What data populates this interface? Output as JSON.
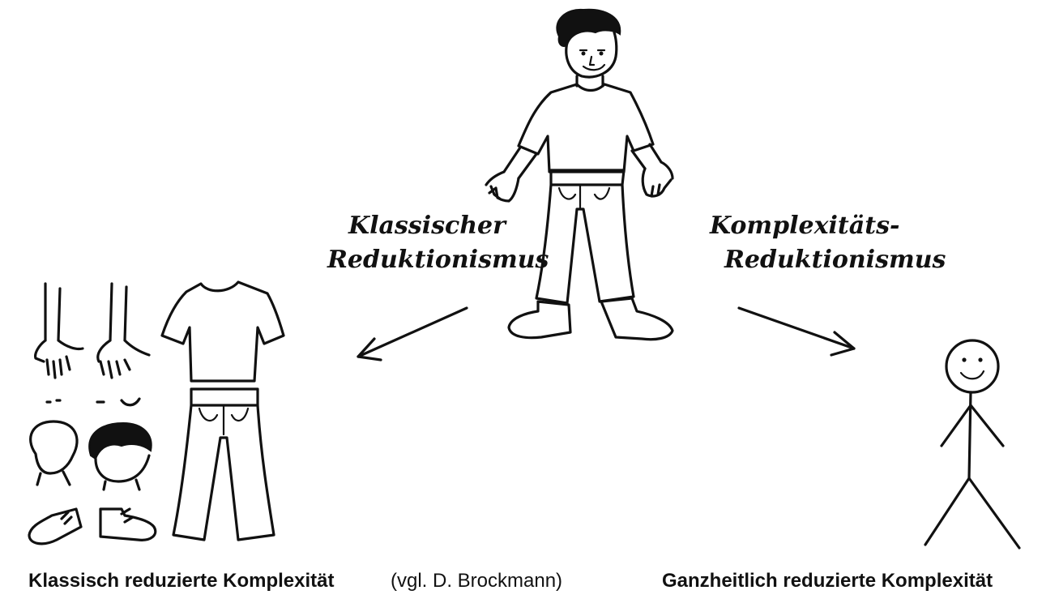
{
  "labels": {
    "left_arrow_line1": "Klassischer",
    "left_arrow_line2": "Reduktionismus",
    "right_arrow_line1": "Komplexitäts-",
    "right_arrow_line2": "Reduktionismus"
  },
  "captions": {
    "left": "Klassisch reduzierte Komplexität",
    "middle": "(vgl. D. Brockmann)",
    "right": "Ganzheitlich reduzierte Komplexität"
  },
  "colors": {
    "ink": "#111111",
    "background": "#ffffff"
  }
}
